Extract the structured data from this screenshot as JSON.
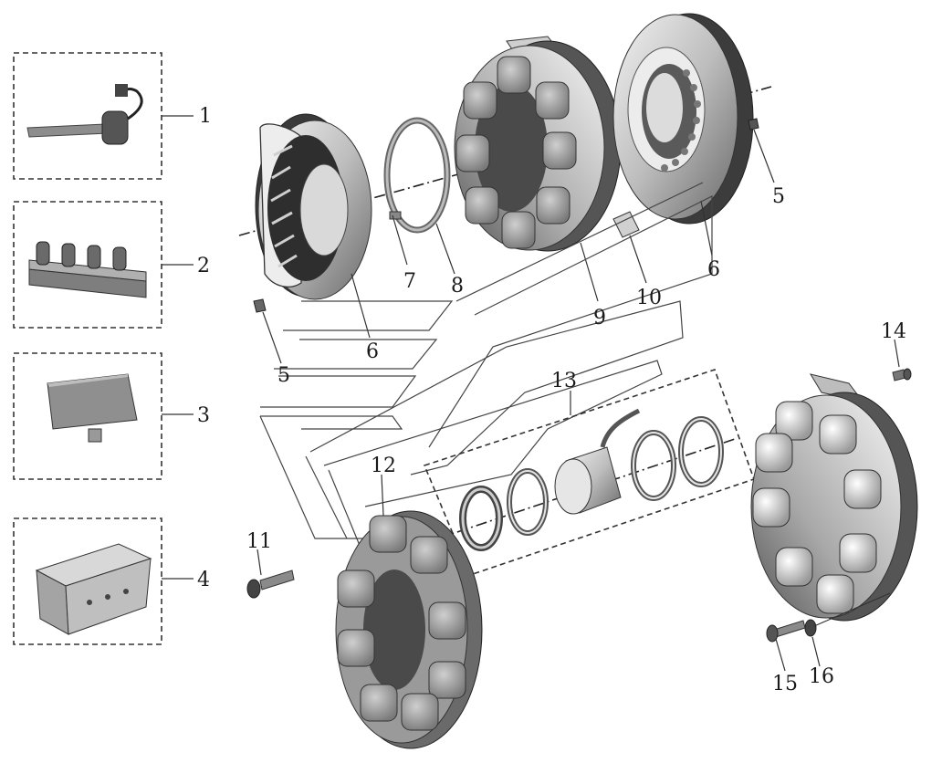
{
  "labels": {
    "l1": "1",
    "l2": "2",
    "l3": "3",
    "l4": "4",
    "l5a": "5",
    "l5b": "5",
    "l6a": "6",
    "l6b": "6",
    "l7": "7",
    "l8": "8",
    "l9": "9",
    "l10": "10",
    "l11": "11",
    "l12": "12",
    "l13": "13",
    "l14": "14",
    "l15": "15",
    "l16": "16"
  },
  "colors": {
    "line": "#333333",
    "metal_light": "#e4e4e4",
    "metal_mid": "#b9b9b9",
    "metal_dark": "#6e6e6e",
    "pad": "#8a8a8a",
    "recess": "#4a4a4a"
  }
}
